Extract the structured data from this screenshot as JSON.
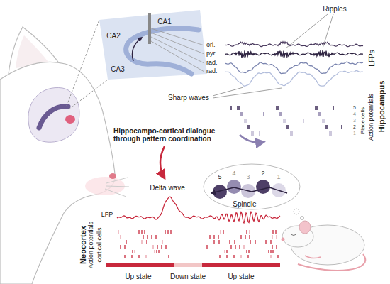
{
  "diagram": {
    "labels": [
      "Ripples",
      "CA1",
      "ori.",
      "pyr.",
      "CA2",
      "rad.",
      "rad.",
      "LFPs",
      "CA3",
      "Sharp waves",
      "Hippocampus",
      "Action potentials",
      "Place cells",
      "5",
      "4",
      "3",
      "2",
      "1",
      "Hippocampo-cortical dialogue through pattern coordination",
      "5",
      "4",
      "3",
      "2",
      "1",
      "Delta wave",
      "Spindle",
      "LFP",
      "Neocortex",
      "Action potentials",
      "cortical cells",
      "Up state",
      "Down state",
      "Up state"
    ]
  }
}
